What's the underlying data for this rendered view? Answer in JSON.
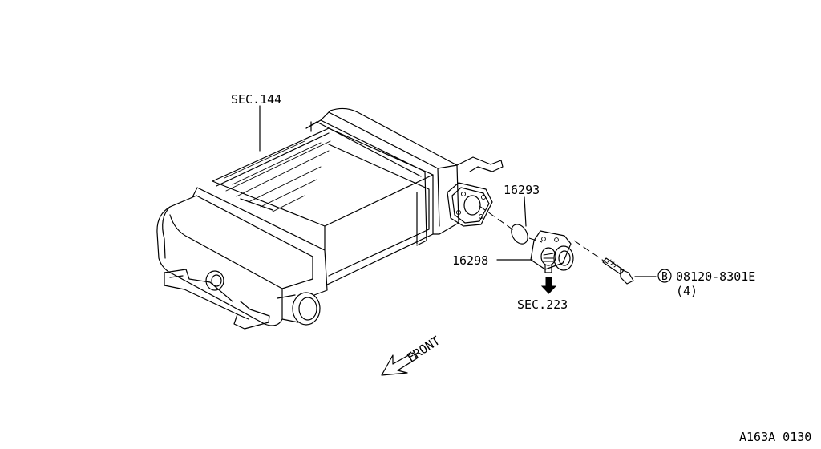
{
  "labels": {
    "sec_144": "SEC.144",
    "part_16293": "16293",
    "part_16298": "16298",
    "sec_223": "SEC.223",
    "bolt_marker": "B",
    "bolt_number": "08120-8301E",
    "bolt_qty": "(4)",
    "front": "FRONT",
    "figure_code": "A163A 0130"
  }
}
